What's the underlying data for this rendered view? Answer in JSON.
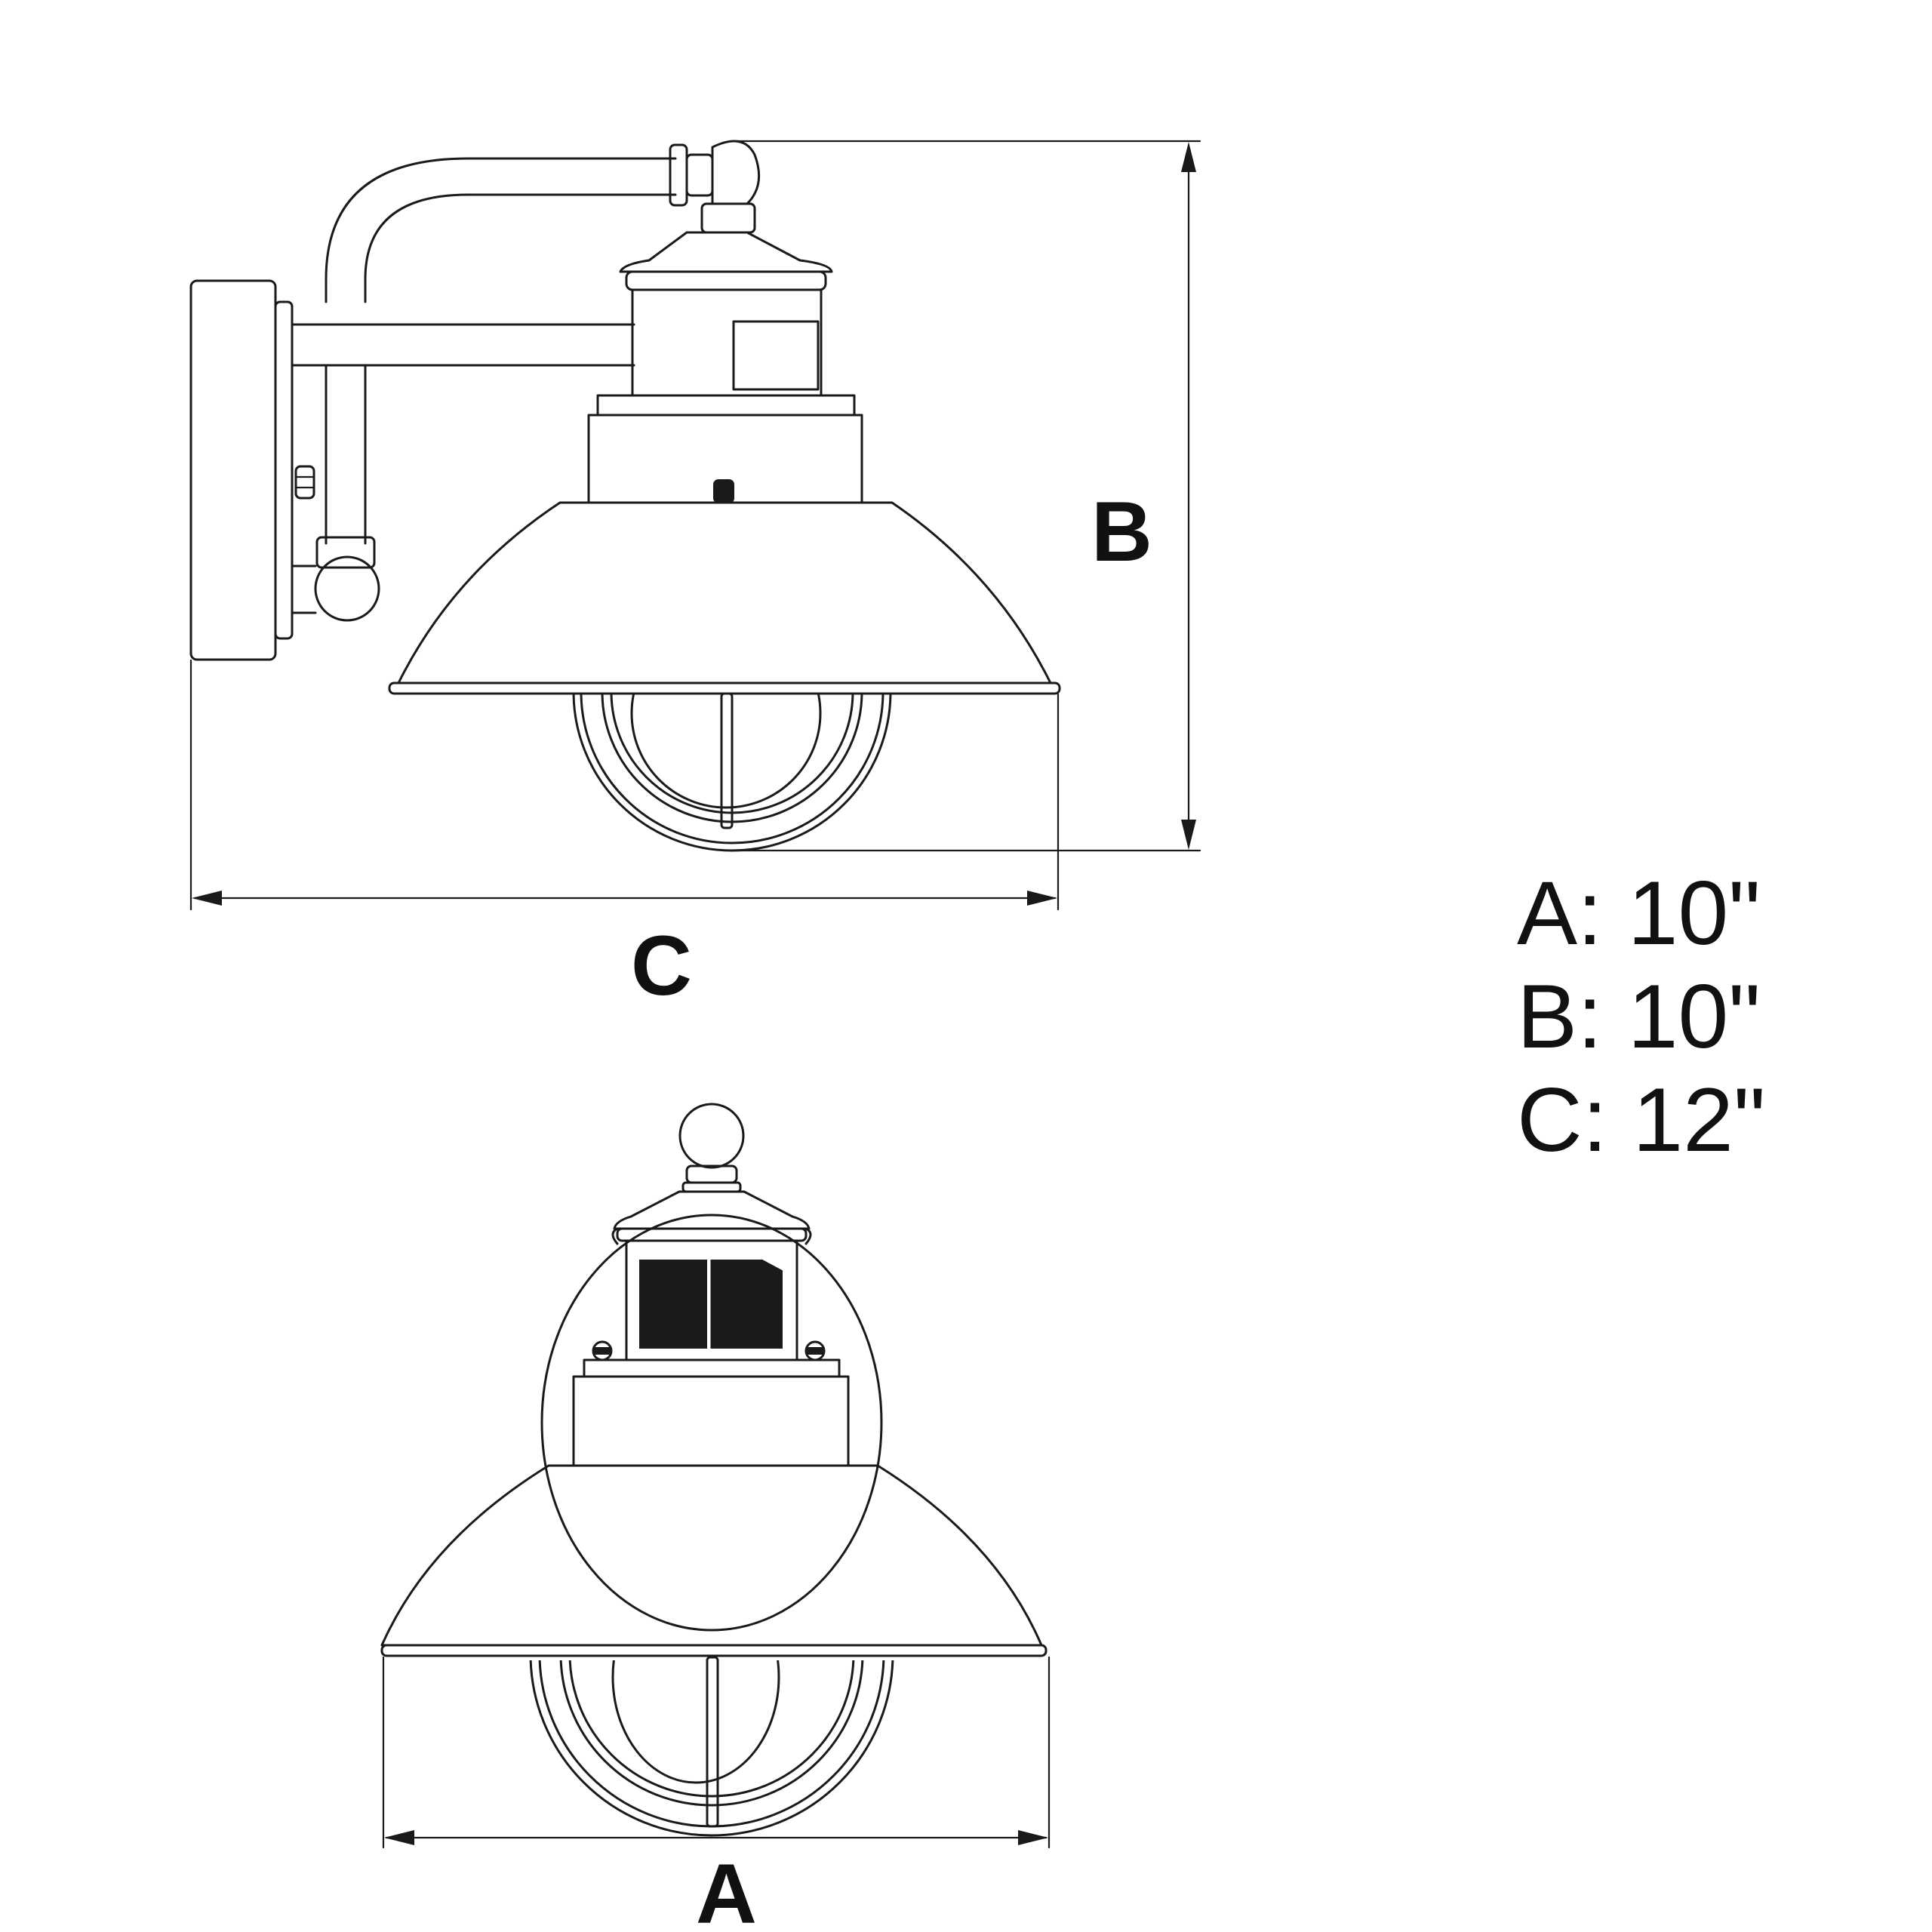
{
  "dimension_labels": {
    "width_label": "A",
    "height_label": "B",
    "extension_label": "C"
  },
  "specs": [
    {
      "key": "A",
      "value": "10\"",
      "text": "A: 10\""
    },
    {
      "key": "B",
      "value": "10\"",
      "text": "B: 10\""
    },
    {
      "key": "C",
      "value": "12\"",
      "text": "C: 12\""
    }
  ]
}
